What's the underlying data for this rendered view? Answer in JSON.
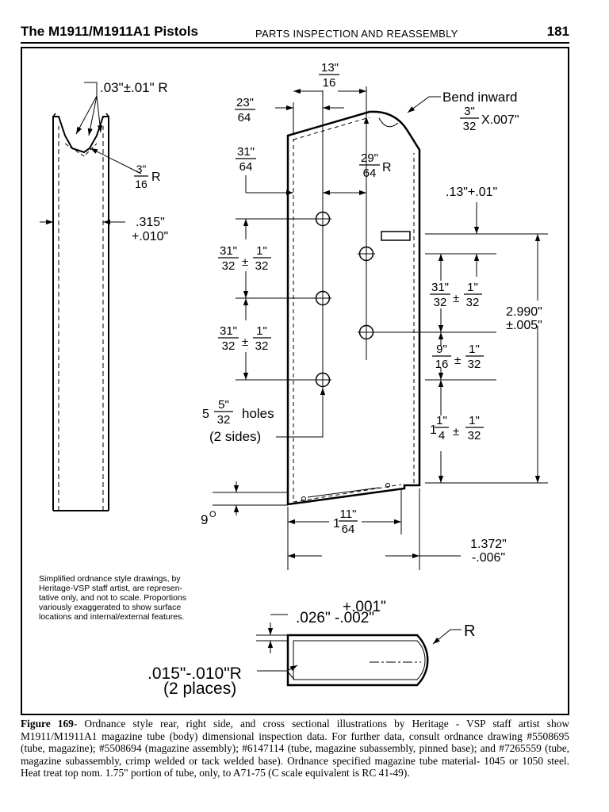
{
  "header": {
    "title": "The  M1911/M1911A1  Pistols",
    "subtitle": "PARTS  INSPECTION  AND  REASSEMBLY",
    "page_number": "181"
  },
  "drawing": {
    "rear_view": {
      "radius_top": ".03\"±.01\" R",
      "radius_inner_num": "3\"",
      "radius_inner_den": "16",
      "radius_inner_suffix": "R",
      "width_line1": ".315\"",
      "width_line2": "+.010\""
    },
    "side_view": {
      "top_dim_num": "13\"",
      "top_dim_den": "16",
      "left_offset_num": "23\"",
      "left_offset_den": "64",
      "bend_label": "Bend inward",
      "bend_num": "3\"",
      "bend_den": "32",
      "bend_suffix": "X.007\"",
      "hole_offset_num": "31\"",
      "hole_offset_den": "64",
      "radius_num": "29\"",
      "radius_den": "64",
      "radius_suffix": "R",
      "top_gap": ".13\"+.01\"",
      "spacing_num": "31\"",
      "spacing_den": "32",
      "tol_num": "1\"",
      "tol_den": "32",
      "pm": "±",
      "spacing2_num": "9\"",
      "spacing2_den": "16",
      "spacing3_whole": "1",
      "spacing3_num": "1\"",
      "spacing3_den": "4",
      "total_height_line1": "2.990\"",
      "total_height_line2": "±.005\"",
      "holes_whole": "5",
      "holes_num": "5\"",
      "holes_den": "32",
      "holes_word": "holes",
      "holes_sides": "(2 sides)",
      "angle_value": "9",
      "angle_unit": "O",
      "bottom_whole": "1",
      "bottom_num": "11\"",
      "bottom_den": "64",
      "base_width_line1": "1.372\"",
      "base_width_line2": "-.006\""
    },
    "note_lines": [
      "Simplified ordnance style drawings, by",
      "Heritage-VSP staff artist, are represen-",
      "tative only, and not to scale. Proportions",
      "variously exaggerated to show surface",
      "locations and internal/external features."
    ],
    "cross_section": {
      "tol_plus": "+.001\"",
      "thickness": ".026\" -.002\"",
      "radius_label": "R",
      "corner_line1": ".015\"-.010\"R",
      "corner_line2": "(2 places)"
    }
  },
  "caption": {
    "label": "Figure 169",
    "text": "- Ordnance style rear, right side, and cross sectional illustrations by Heritage - VSP staff artist show M1911/M1911A1 magazine tube (body) dimensional inspection data.  For further data, consult ordnance drawing #5508695 (tube, magazine); #5508694 (magazine assembly); #6147114 (tube, magazine subassembly, pinned base); and #7265559 (tube, magazine subassembly, crimp welded or tack welded base). Ordnance specified magazine tube material- 1045 or 1050 steel. Heat treat top nom.  1.75\" portion of tube, only, to A71-75 (C scale equivalent is RC 41-49)."
  }
}
